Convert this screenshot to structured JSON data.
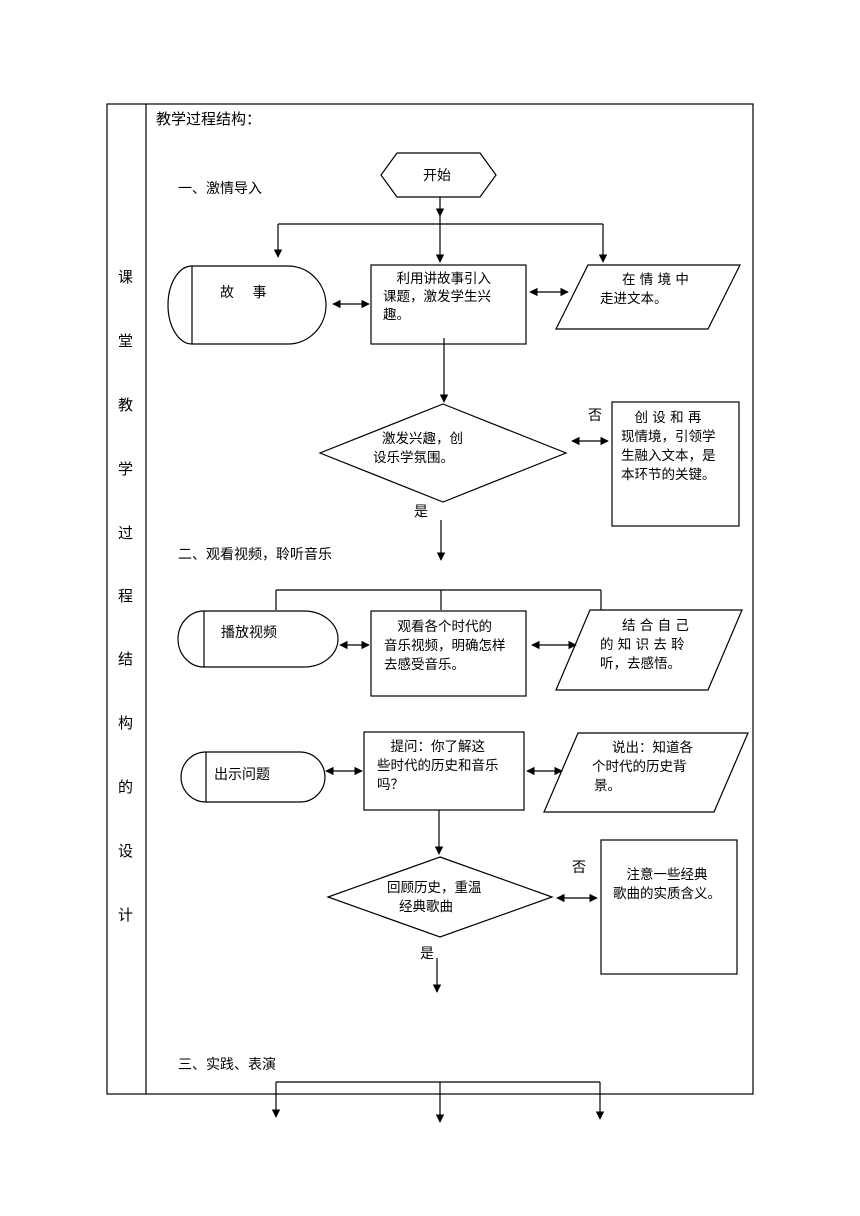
{
  "side_label": [
    "课",
    "堂",
    "教",
    "学",
    "过",
    "程",
    "结",
    "构",
    "的",
    "设",
    "计"
  ],
  "heading": "教学过程结构：",
  "sections": {
    "s1": "一、激情导入",
    "s2": "二、观看视频，聆听音乐",
    "s3": "三、实践、表演"
  },
  "nodes": {
    "start": "开始",
    "story": "故　 事",
    "intro_lines": [
      "　利用讲故事引入",
      "课题，激发学生兴",
      "趣。"
    ],
    "context_lines": [
      "在 情 境 中",
      "走进文本。"
    ],
    "decision1_lines": [
      "激发兴趣，创",
      "设乐学氛围。"
    ],
    "no1": "否",
    "yes1": "是",
    "recreate_lines": [
      "　创 设 和 再",
      "现情境，引领学",
      "生融入文本，是",
      "本环节的关键。"
    ],
    "video": "播放视频",
    "watch_lines": [
      "　观看各个时代的",
      "音乐视频，明确怎样",
      "去感受音乐。"
    ],
    "combine_lines": [
      "结 合 自 己",
      "的 知 识 去 聆",
      "听，去感悟。"
    ],
    "question": "出示问题",
    "ask_lines": [
      "　提问：你了解这",
      "些时代的历史和音乐",
      "吗？"
    ],
    "tell_lines": [
      "说出：知道各",
      "个时代的历史背",
      "景。"
    ],
    "decision2_lines": [
      "回顾历史，重温",
      "经典歌曲"
    ],
    "no2": "否",
    "yes2": "是",
    "note_lines": [
      "　注意一些经典",
      "歌曲的实质含义。"
    ]
  }
}
